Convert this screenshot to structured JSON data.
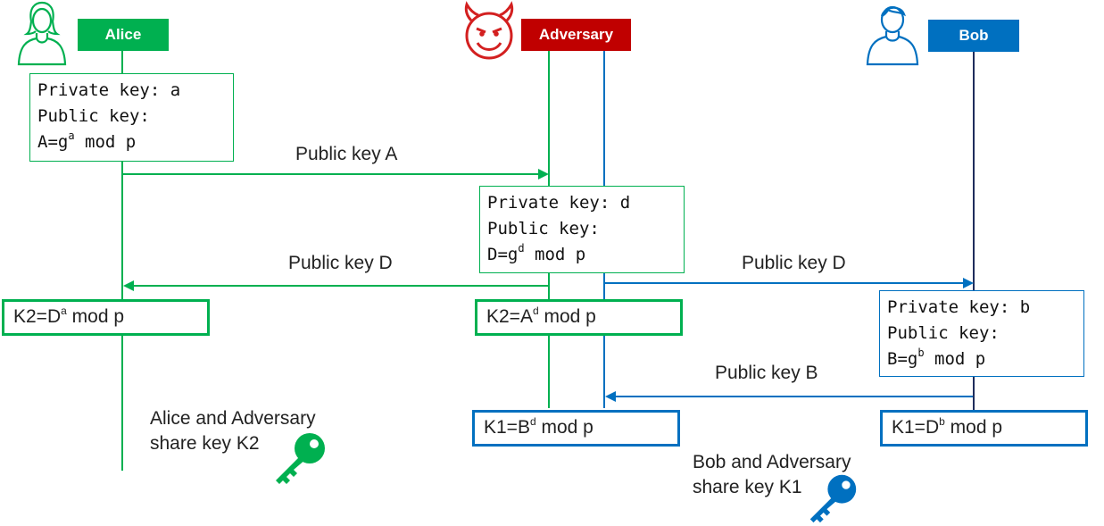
{
  "colors": {
    "green": "#00b050",
    "red": "#c00000",
    "blue": "#0070c0",
    "navy": "#1f2d5c"
  },
  "actors": {
    "alice": {
      "label": "Alice",
      "icon": "woman-person-icon"
    },
    "adversary": {
      "label": "Adversary",
      "icon": "devil-face-icon"
    },
    "bob": {
      "label": "Bob",
      "icon": "man-person-icon"
    }
  },
  "alice_keys": {
    "private": "Private key: a",
    "public": "Public key:",
    "formula_base": "A=g",
    "formula_exp": "a",
    "formula_rest": " mod p"
  },
  "adversary_keys": {
    "private": "Private key: d",
    "public": "Public key:",
    "formula_base": "D=g",
    "formula_exp": "d",
    "formula_rest": " mod p"
  },
  "bob_keys": {
    "private": "Private key: b",
    "public": "Public key:",
    "formula_base": "B=g",
    "formula_exp": "b",
    "formula_rest": " mod p"
  },
  "messages": {
    "alice_to_adv": "Public key A",
    "adv_to_alice": "Public key D",
    "adv_to_bob": "Public key D",
    "bob_to_adv": "Public key B"
  },
  "shared_keys": {
    "alice_k2": {
      "base": "K2=D",
      "exp": "a",
      "rest": " mod p"
    },
    "adv_k2": {
      "base": "K2=A",
      "exp": "d",
      "rest": " mod p"
    },
    "adv_k1": {
      "base": "K1=B",
      "exp": "d",
      "rest": " mod p"
    },
    "bob_k1": {
      "base": "K1=D",
      "exp": "b",
      "rest": " mod p"
    }
  },
  "notes": {
    "alice_adv": {
      "line1": "Alice and Adversary",
      "line2": "share key K2",
      "icon": "green-key-icon"
    },
    "bob_adv": {
      "line1": "Bob and Adversary",
      "line2": "share key K1",
      "icon": "blue-key-icon"
    }
  }
}
